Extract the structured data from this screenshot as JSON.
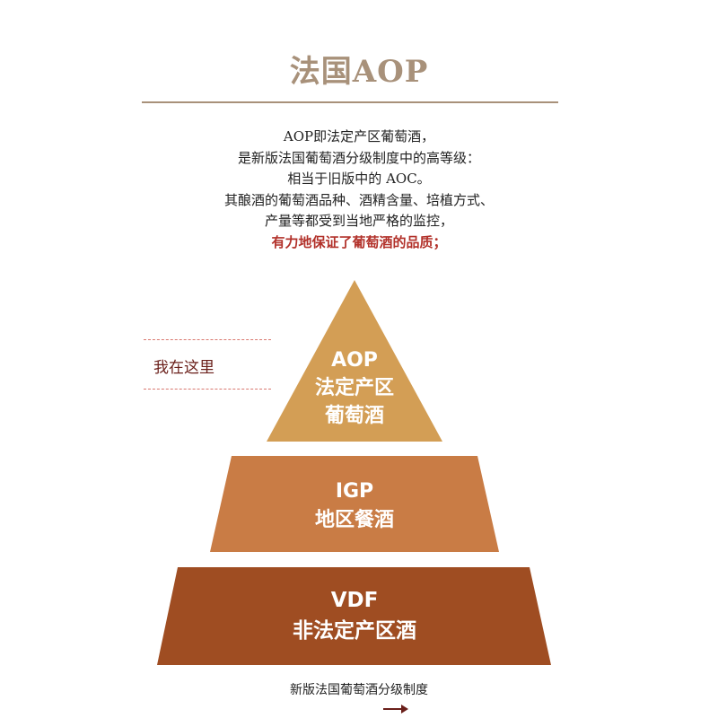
{
  "header": {
    "title": "法国AOP",
    "title_color": "#a8917a"
  },
  "intro": {
    "lines": [
      "AOP即法定产区葡萄酒，",
      "是新版法国葡萄酒分级制度中的高等级：",
      "相当于旧版中的 AOC。",
      "其酿酒的葡萄酒品种、酒精含量、培植方式、",
      "产量等都受到当地严格的监控，"
    ],
    "highlight": "有力地保证了葡萄酒的品质；",
    "highlight_color": "#b2312a"
  },
  "marker": {
    "label": "我在这里",
    "arrow_icon": "right-arrow-icon",
    "color": "#6a1f1a"
  },
  "pyramid": {
    "tiers": [
      {
        "code": "AOP",
        "name_line1": "法定产区",
        "name_line2": "葡萄酒",
        "color": "#d39e55"
      },
      {
        "code": "IGP",
        "name_line1": "地区餐酒",
        "color": "#c97c45"
      },
      {
        "code": "VDF",
        "name_line1": "非法定产区酒",
        "color": "#9f4d22"
      }
    ]
  },
  "caption": "新版法国葡萄酒分级制度"
}
